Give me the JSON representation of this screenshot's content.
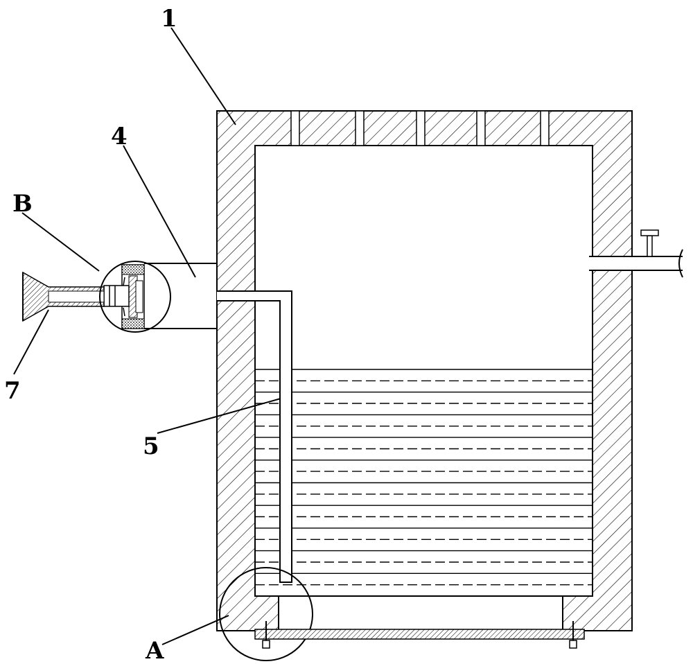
{
  "labels": {
    "housing": "1",
    "nozzle_block": "4",
    "inner_tube": "5",
    "funnel": "7",
    "detail_a": "A",
    "detail_b": "B"
  },
  "liquid": {
    "solid_lines": 10,
    "dashed_lines": 10
  }
}
